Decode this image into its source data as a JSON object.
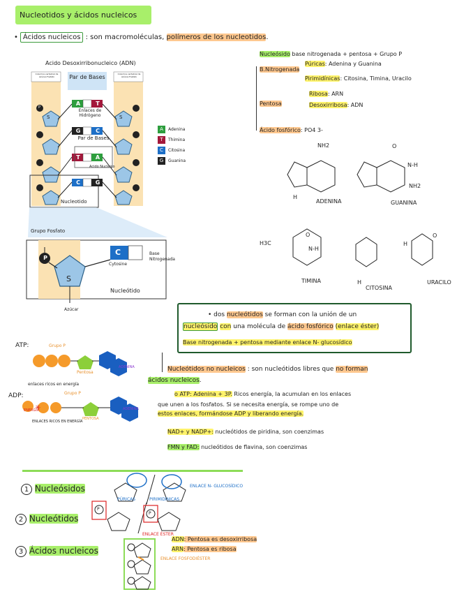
{
  "title": "Nucleotidos y ácidos nucleicos",
  "intro": {
    "term": "Ácidos nucleicos",
    "text": ": son macromoléculas,",
    "highlight": "polímeros de los nucleotidos",
    "end": "."
  },
  "dna_figure": {
    "title": "Acido Desoxirribonucleico (ADN)",
    "side_label": "Columna vertebral de Azúcar-Fosfato",
    "base_pair_header": "Par de Bases",
    "hydrogen_bonds": "Enlaces de Hidrógeno",
    "base_pair_label": "Par de Bases",
    "nucleic_acid_label": "Acido Nucleico",
    "nucleotide_label": "Nucleotido",
    "sugar_letter": "S",
    "phosphate_letter": "P",
    "pairs": [
      {
        "left": "A",
        "right": "T"
      },
      {
        "left": "G",
        "right": "C"
      },
      {
        "left": "T",
        "right": "A"
      },
      {
        "left": "C",
        "right": "G"
      }
    ],
    "legend": [
      {
        "letter": "A",
        "name": "Adenina",
        "color": "#2e9e3e"
      },
      {
        "letter": "T",
        "name": "Thimina",
        "color": "#a3183b"
      },
      {
        "letter": "C",
        "name": "Citosina",
        "color": "#1d6fc7"
      },
      {
        "letter": "G",
        "name": "Guanina",
        "color": "#222222"
      }
    ]
  },
  "nucleotide_zoom": {
    "phosphate_group": "Grupo Fosfato",
    "phosphate_letter": "P",
    "sugar_letter": "S",
    "base_letter": "C",
    "cytosine": "Cytosine",
    "base_label": "Base Nitrogenada",
    "nucleotide": "Nucleótido",
    "sugar": "Azúcar"
  },
  "nucleoside": {
    "term": "Nucleósido",
    "text": "base nitrogenada + pentosa + Grupo P",
    "nitrogen_base": "B.Nitrogenada",
    "purines": "Púricas",
    "purines_text": ": Adenina y Guanina",
    "pyrimidines": "Pirimidínicas",
    "pyrimidines_text": ": Citosina, Timina, Uracilo",
    "pentose": "Pentosa",
    "ribose": "Ribosa",
    "ribose_text": ": ARN",
    "deoxyribose": "Desoxirribosa",
    "deoxyribose_text": ": ADN",
    "phosphoric": "Ácido fosfórico",
    "phosphoric_text": ": PO4 3-"
  },
  "structures": {
    "adenine": "ADENINA",
    "guanine": "GUANINA",
    "thymine": "TIMINA",
    "cytosine": "CITOSINA",
    "uracil": "URACILO",
    "nh2": "NH2",
    "h": "H",
    "n": "N",
    "o": "O",
    "nh": "N-H",
    "h3c": "H3C"
  },
  "note": {
    "p1": "• dos",
    "p1_hl": "nucleótidos",
    "p1_rest": "se forman con la unión de un",
    "p2_hl1": "nucleósido",
    "p2_hl2": "con",
    "p2_mid": "una molécula de",
    "p2_hl3": "ácido fosfórico",
    "p2_hl4": "(enlace éster)",
    "p3": "Base nitrogenada + pentosa mediante enlace N- glucosídico"
  },
  "atp": {
    "atp_label": "ATP:",
    "adp_label": "ADP:",
    "grupo_p": "Grupo P",
    "pentosa": "Pentosa",
    "adenina": "ADENINA",
    "rich_bonds": "enlaces ricos en energía",
    "energia": "ENERGÍA",
    "grupo_p2": "Grupo P",
    "pentosa2": "PENTOSA",
    "adenina2": "ADENINA",
    "rich_bonds2": "ENLACES RICOS EN ENERGÍA"
  },
  "non_nucleic": {
    "term": "Nucleótidos no nucleicos",
    "text": ": son nucleótidos libres que",
    "hl": "no forman",
    "hl2": "ácidos nucleicos",
    "end": ".",
    "atp_item": "o ATP: Adenina + 3P.",
    "atp_text": "Ricos energía, la acumulan en los enlaces",
    "atp_text2": "que unen a los fosfatos. Si se necesita energía, se rompe uno de",
    "atp_text3": "estos enlaces, formándose ADP y liberando energía.",
    "nad": "NAD+ y NADP+:",
    "nad_text": "nucleótidos de piridina, son coenzimas",
    "fmn": "FMN y FAD:",
    "fmn_text": "nucleótidos de flavina, son coenzimas"
  },
  "bottom": {
    "n1": "1",
    "step1": "Nucleósidos",
    "enlace_n": "ENLACE N- GLUCOSÍDICO",
    "puricas": "PÚRICAS",
    "pirimidinicas": "PIRIMIDÍNICAS",
    "n2": "2",
    "step2": "Nucleótidos",
    "enlace_ester": "ENLACE ÉSTER",
    "n3": "3",
    "step3": "Ácidos nucleicos",
    "adn": "ADN",
    "adn_text": ": Pentosa es desoxirribosa",
    "arn": "ARN",
    "arn_text": ": Pentosa es ribosa",
    "fosfo": "ENLACE FOSFODIÉSTER",
    "p_letter": "P"
  }
}
